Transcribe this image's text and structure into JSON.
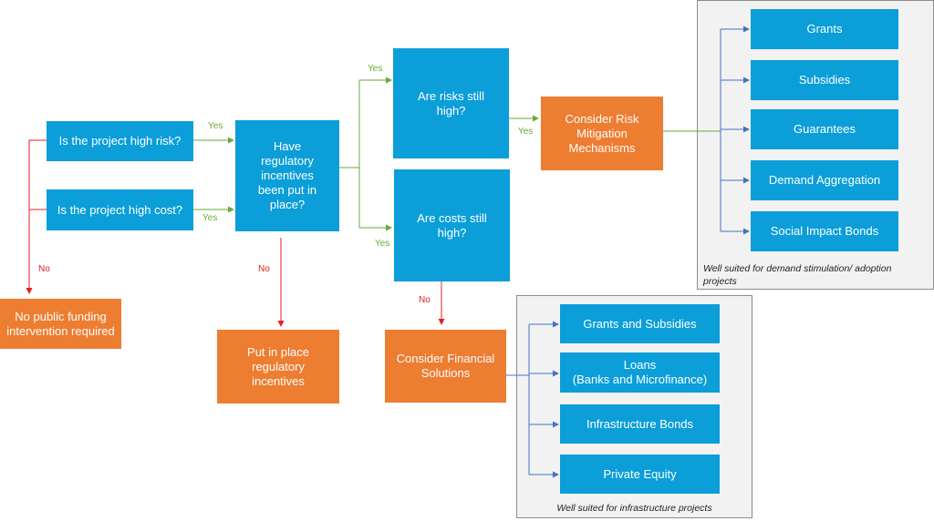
{
  "nodes": {
    "high_risk": "Is the project high risk?",
    "high_cost": "Is the project high cost?",
    "regulatory_q": "Have regulatory incentives been put in place?",
    "risks_high": "Are risks  still high?",
    "costs_high": "Are costs  still high?",
    "risk_mitigation": "Consider Risk Mitigation Mechanisms",
    "no_funding": "No public funding intervention required",
    "put_regulatory": "Put in place regulatory incentives",
    "financial_solutions": "Consider Financial Solutions"
  },
  "risk_options": [
    "Grants",
    "Subsidies",
    "Guarantees",
    "Demand Aggregation",
    "Social Impact Bonds"
  ],
  "financial_options": [
    "Grants and Subsidies",
    "Loans\n(Banks and Microfinance)",
    "Infrastructure Bonds",
    "Private Equity"
  ],
  "notes": {
    "demand": "Well suited for  demand stimulation/ adoption projects",
    "infrastructure": "Well suited for infrastructure projects"
  },
  "labels": {
    "yes": "Yes",
    "no": "No"
  },
  "colors": {
    "blue": "#0b9ed9",
    "orange": "#ed7d31",
    "yes_line": "#6aaa35",
    "no_line": "#e02020",
    "option_line": "#4472c4"
  }
}
